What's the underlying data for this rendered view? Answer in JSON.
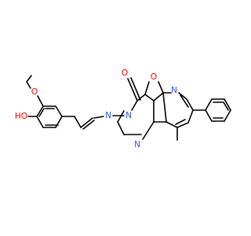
{
  "molecule": {
    "atoms": [
      {
        "symbol": "O",
        "color": "#ff0000"
      },
      {
        "symbol": "O",
        "color": "#ff0000"
      },
      {
        "symbol": "O",
        "color": "#ff0000"
      },
      {
        "symbol": "O",
        "color": "#ff0000"
      },
      {
        "symbol": "N",
        "color": "#3050f8"
      },
      {
        "symbol": "N",
        "color": "#3050f8"
      },
      {
        "symbol": "N",
        "color": "#3050f8"
      },
      {
        "symbol": "N",
        "color": "#3050f8"
      }
    ],
    "hydroxyl_label": "HO",
    "colors": {
      "bond": "#000000",
      "oxygen": "#ff0000",
      "nitrogen": "#3050f8",
      "background": "#ffffff"
    }
  }
}
